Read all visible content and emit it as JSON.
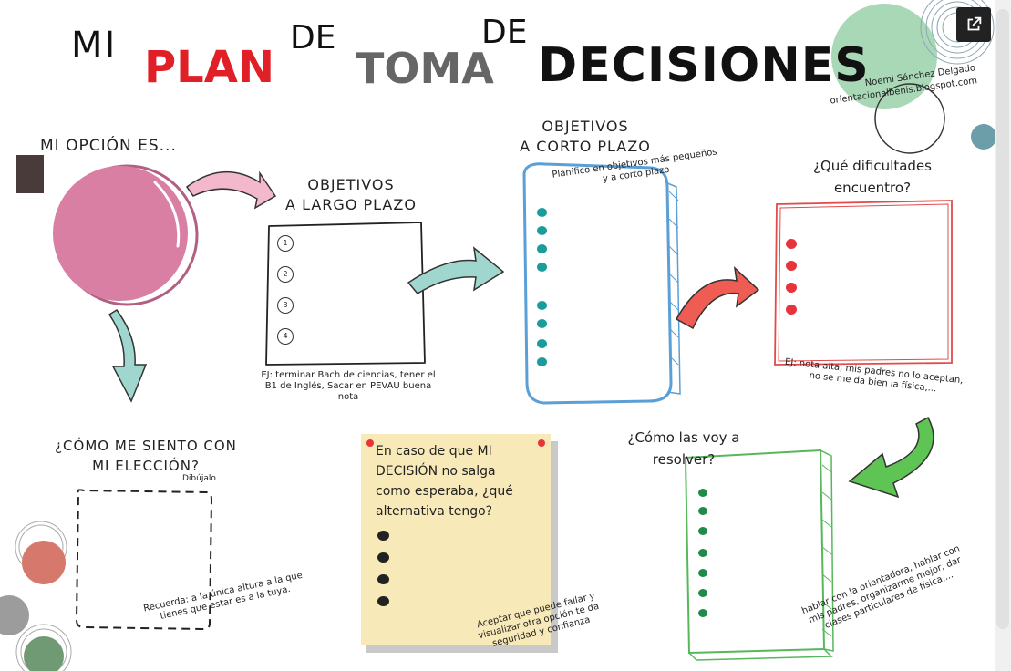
{
  "title": {
    "w1": "MI",
    "w2": "PLAN",
    "w3": "DE",
    "w4": "TOMA",
    "w5": "DE",
    "w6": "DECISIONES"
  },
  "author": {
    "name": "Noemi Sánchez Delgado",
    "blog": "orientacionalbenis.blogspot.com"
  },
  "sections": {
    "mi_opcion": {
      "heading": "MI OPCIÓN ES..."
    },
    "largo_plazo": {
      "heading_line1": "OBJETIVOS",
      "heading_line2": "A LARGO PLAZO",
      "numbers": [
        "1",
        "2",
        "3",
        "4"
      ],
      "example": "EJ: terminar Bach de ciencias, tener el B1 de Inglés, Sacar en PEVAU buena nota"
    },
    "corto_plazo": {
      "heading_line1": "OBJETIVOS",
      "heading_line2": "A CORTO PLAZO",
      "note": "Planifico en objetivos más pequeños y a corto plazo"
    },
    "dificultades": {
      "heading_line1": "¿Qué dificultades",
      "heading_line2": "encuentro?",
      "example": "EJ: nota alta, mis padres no lo aceptan, no se me da bien la física,..."
    },
    "como_me_siento": {
      "heading_line1": "¿CÓMO ME SIENTO CON",
      "heading_line2": "MI ELECCIÓN?",
      "hint": "Dibújalo",
      "reminder": "Recuerda: a la única altura a la que tienes que estar es a la tuya."
    },
    "alternativa": {
      "question": "En caso de que MI DECISIÓN no salga como esperaba, ¿qué alternativa tengo?",
      "footer": "Aceptar que puede fallar y visualizar otra opción te da seguridad y confianza"
    },
    "resolver": {
      "heading_line1": "¿Cómo las voy a",
      "heading_line2": "resolver?",
      "example": "hablar con la orientadora, hablar con mis padres, organizarme mejor, dar clases particulares de física,..."
    }
  },
  "colors": {
    "pink_circle": "#d87fa3",
    "pink_arrow": "#f4b8cd",
    "teal": "#1a9c9c",
    "teal_arrow": "#9fd7cf",
    "blue_frame": "#5a9fd6",
    "red_frame": "#e24b4b",
    "red_arrow": "#ef5c53",
    "red_dot": "#e8333c",
    "green_frame": "#56b85b",
    "green_arrow": "#5ec453",
    "green_dot": "#1f8a4a",
    "postit": "#f8eab8",
    "title_red": "#e11f26",
    "title_grey": "#666666"
  },
  "icons": {
    "external_link": "external-link-icon"
  }
}
